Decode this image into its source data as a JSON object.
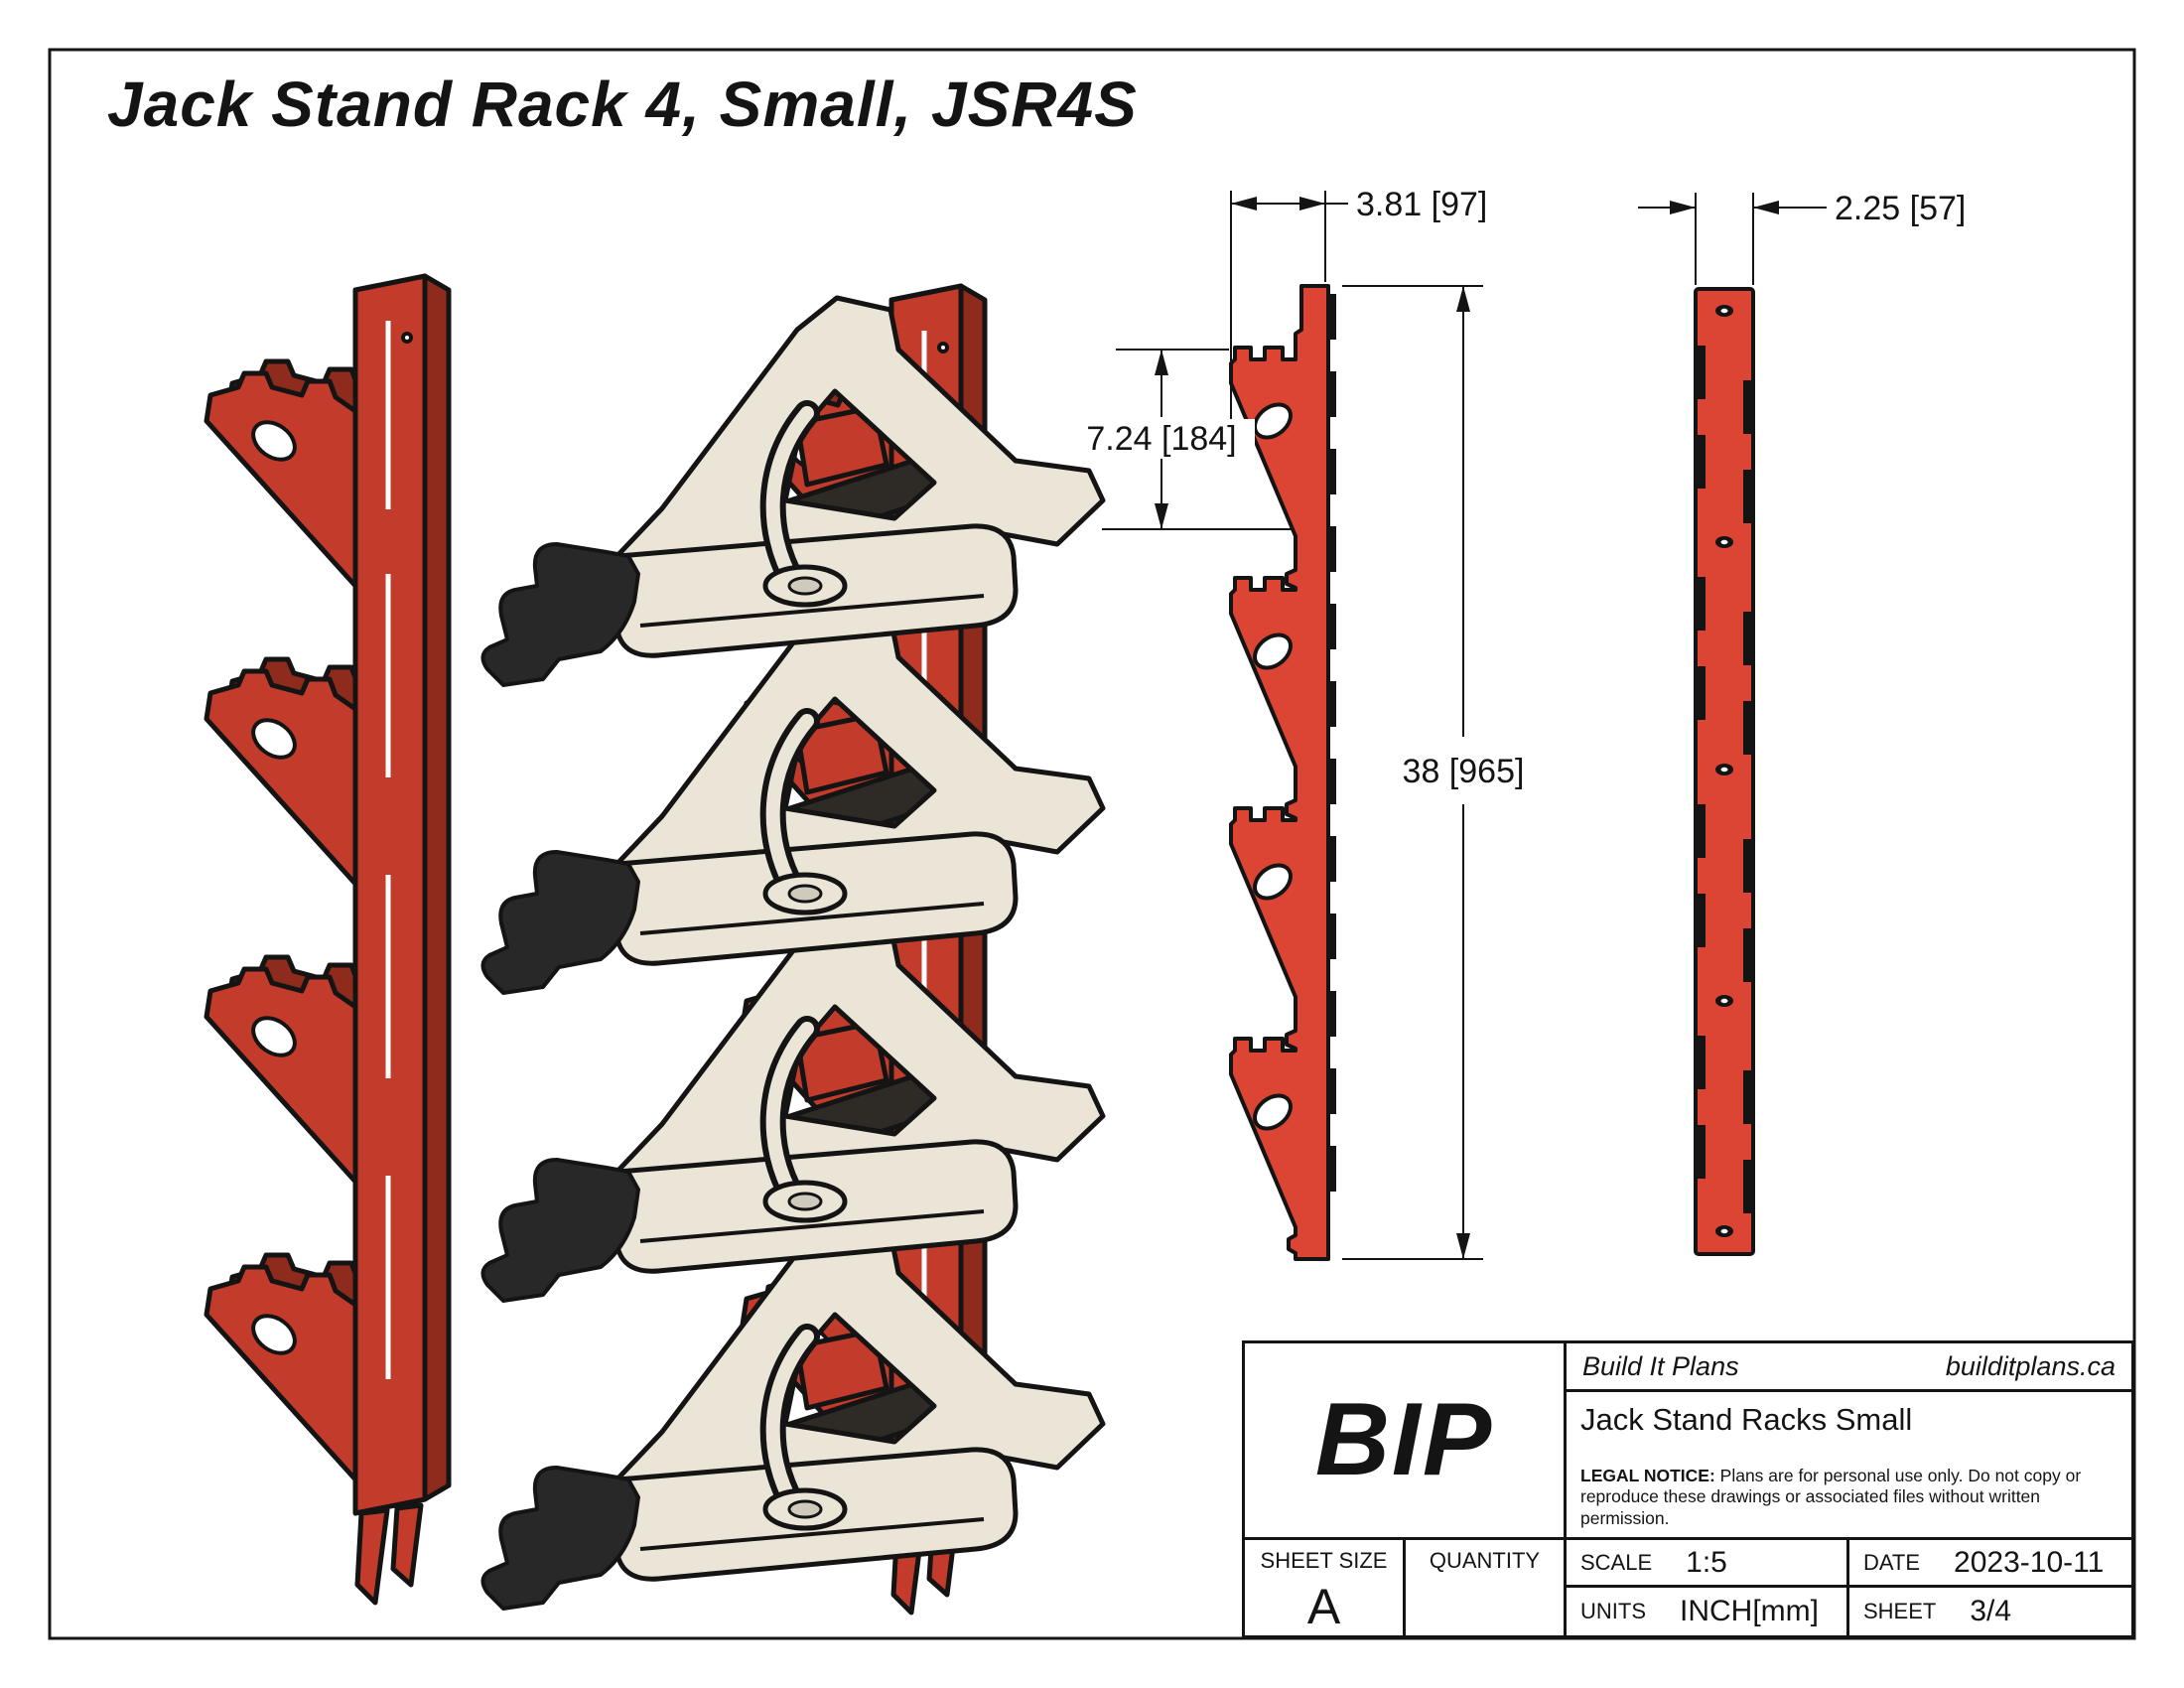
{
  "sheet": {
    "title": "Jack Stand Rack 4, Small, JSR4S"
  },
  "colors": {
    "red_bright": "#DC4433",
    "red_iso": "#C33C2B",
    "red_iso_dark": "#8F2B1C",
    "cream": "#EAE5D6",
    "cream_shadow": "#CFCABB",
    "handle_black": "#282828",
    "outline": "#141414",
    "background": "#FFFFFF"
  },
  "dimensions": {
    "width": {
      "text": "3.81 [97]"
    },
    "depth": {
      "text": "2.25 [57]"
    },
    "spacing": {
      "text": "7.24 [184]"
    },
    "height": {
      "text": "38 [965]"
    }
  },
  "title_block": {
    "logo": "BIP",
    "company": "Build It Plans",
    "website": "builditplans.ca",
    "drawing_title": "Jack Stand Racks Small",
    "legal_bold": "LEGAL NOTICE:",
    "legal_text": " Plans are for personal use only. Do not copy or reproduce these drawings or associated files without written permission.",
    "sheet_size_label": "SHEET SIZE",
    "sheet_size_value": "A",
    "quantity_label": "QUANTITY",
    "quantity_value": "",
    "scale_label": "SCALE",
    "scale_value": "1:5",
    "date_label": "DATE",
    "date_value": "2023-10-11",
    "units_label": "UNITS",
    "units_value": "INCH[mm]",
    "sheet_label": "SHEET",
    "sheet_value": "3/4"
  }
}
